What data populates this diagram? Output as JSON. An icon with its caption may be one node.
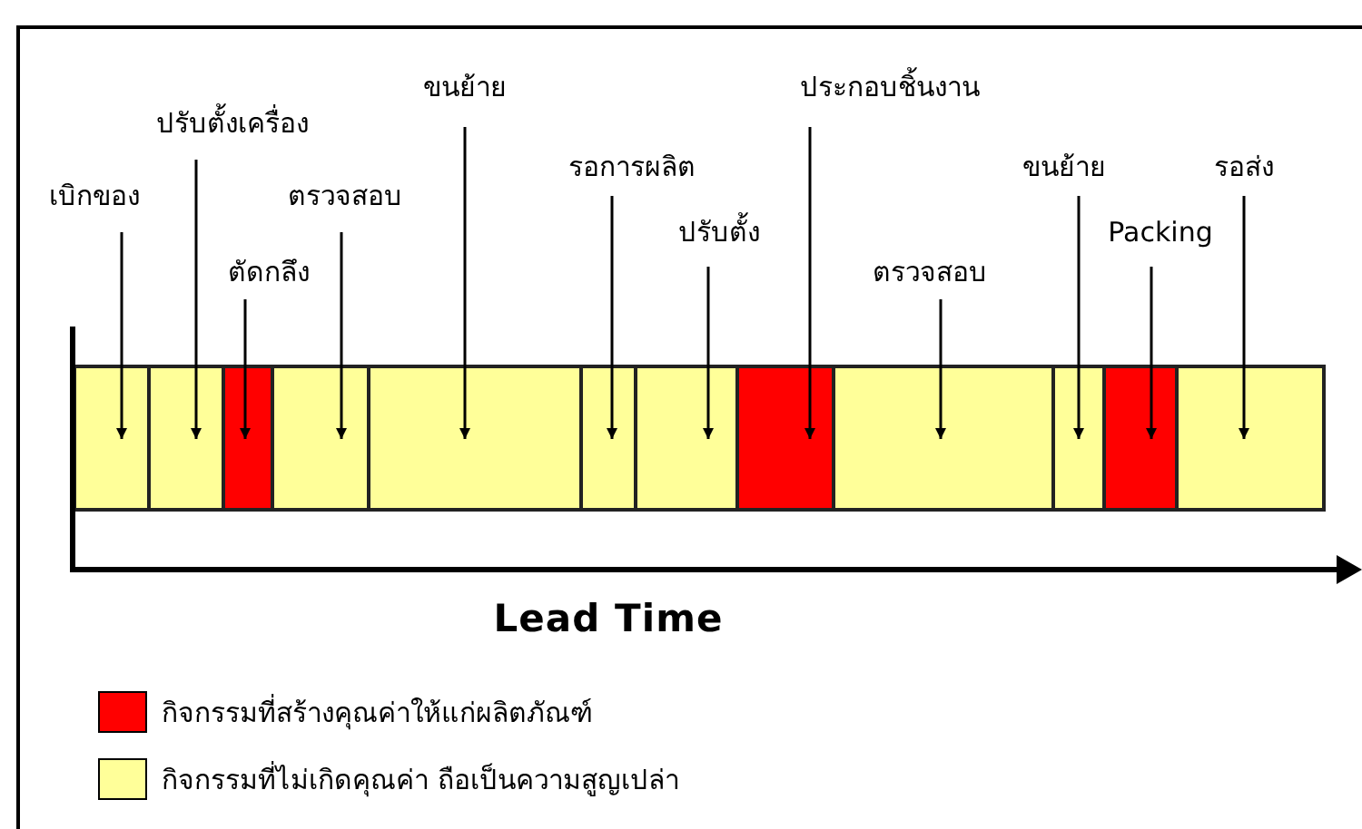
{
  "diagram": {
    "nodes": [
      {
        "text": [
          "เบิกของ"
        ]
      },
      {
        "text": [
          "ปรับตั้งเครื่อง"
        ]
      },
      {
        "text": [
          "ตัดกลึง"
        ]
      },
      {
        "text": [
          "ตรวจสอบ"
        ]
      },
      {
        "text": [
          "ขนย้าย"
        ]
      },
      {
        "text": [
          "รอการผลิต"
        ]
      },
      {
        "text": [
          "ปรับตั้ง"
        ]
      },
      {
        "text": [
          "ประกอบชิ้นงาน"
        ]
      },
      {
        "text": [
          "ตรวจสอบ"
        ]
      },
      {
        "text": [
          "ขนย้าย"
        ]
      },
      {
        "text": [
          "Packing"
        ]
      },
      {
        "text": [
          "รอส่ง"
        ]
      },
      {
        "text": [],
        "shape": "bar"
      },
      {
        "text": [],
        "shape": "bar"
      },
      {
        "text": [],
        "shape": "bar"
      },
      {
        "text": [],
        "shape": "bar"
      },
      {
        "text": [],
        "shape": "bar"
      },
      {
        "text": [],
        "shape": "bar"
      },
      {
        "text": [],
        "shape": "bar"
      },
      {
        "text": [],
        "shape": "bar"
      },
      {
        "text": [],
        "shape": "bar"
      },
      {
        "text": [],
        "shape": "bar"
      },
      {
        "text": [],
        "shape": "bar"
      },
      {
        "text": [],
        "shape": "bar"
      }
    ],
    "edges": [
      {
        "from": 0,
        "to": 12,
        "arrow": "to"
      },
      {
        "from": 1,
        "to": 13,
        "arrow": "to"
      },
      {
        "from": 2,
        "to": 14,
        "arrow": "to"
      },
      {
        "from": 3,
        "to": 15,
        "arrow": "to"
      },
      {
        "from": 4,
        "to": 16,
        "arrow": "to"
      },
      {
        "from": 5,
        "to": 17,
        "arrow": "to"
      },
      {
        "from": 6,
        "to": 18,
        "arrow": "to"
      },
      {
        "from": 7,
        "to": 19,
        "arrow": "to"
      },
      {
        "from": 8,
        "to": 20,
        "arrow": "to"
      },
      {
        "from": 9,
        "to": 21,
        "arrow": "to"
      },
      {
        "from": 10,
        "to": 22,
        "arrow": "to"
      },
      {
        "from": 11,
        "to": 23,
        "arrow": "to"
      }
    ],
    "labels": [
      "Lead Time"
    ],
    "legend": [
      {
        "text": "กิจกรรมที่สร้างคุณค่าให้แก่ผลิตภัณฑ์",
        "color": "#ff0000"
      },
      {
        "text": "กิจกรรมที่ไม่เกิดคุณค่า ถือเป็นความสูญเปล่า",
        "color": "#ffff99"
      }
    ]
  }
}
